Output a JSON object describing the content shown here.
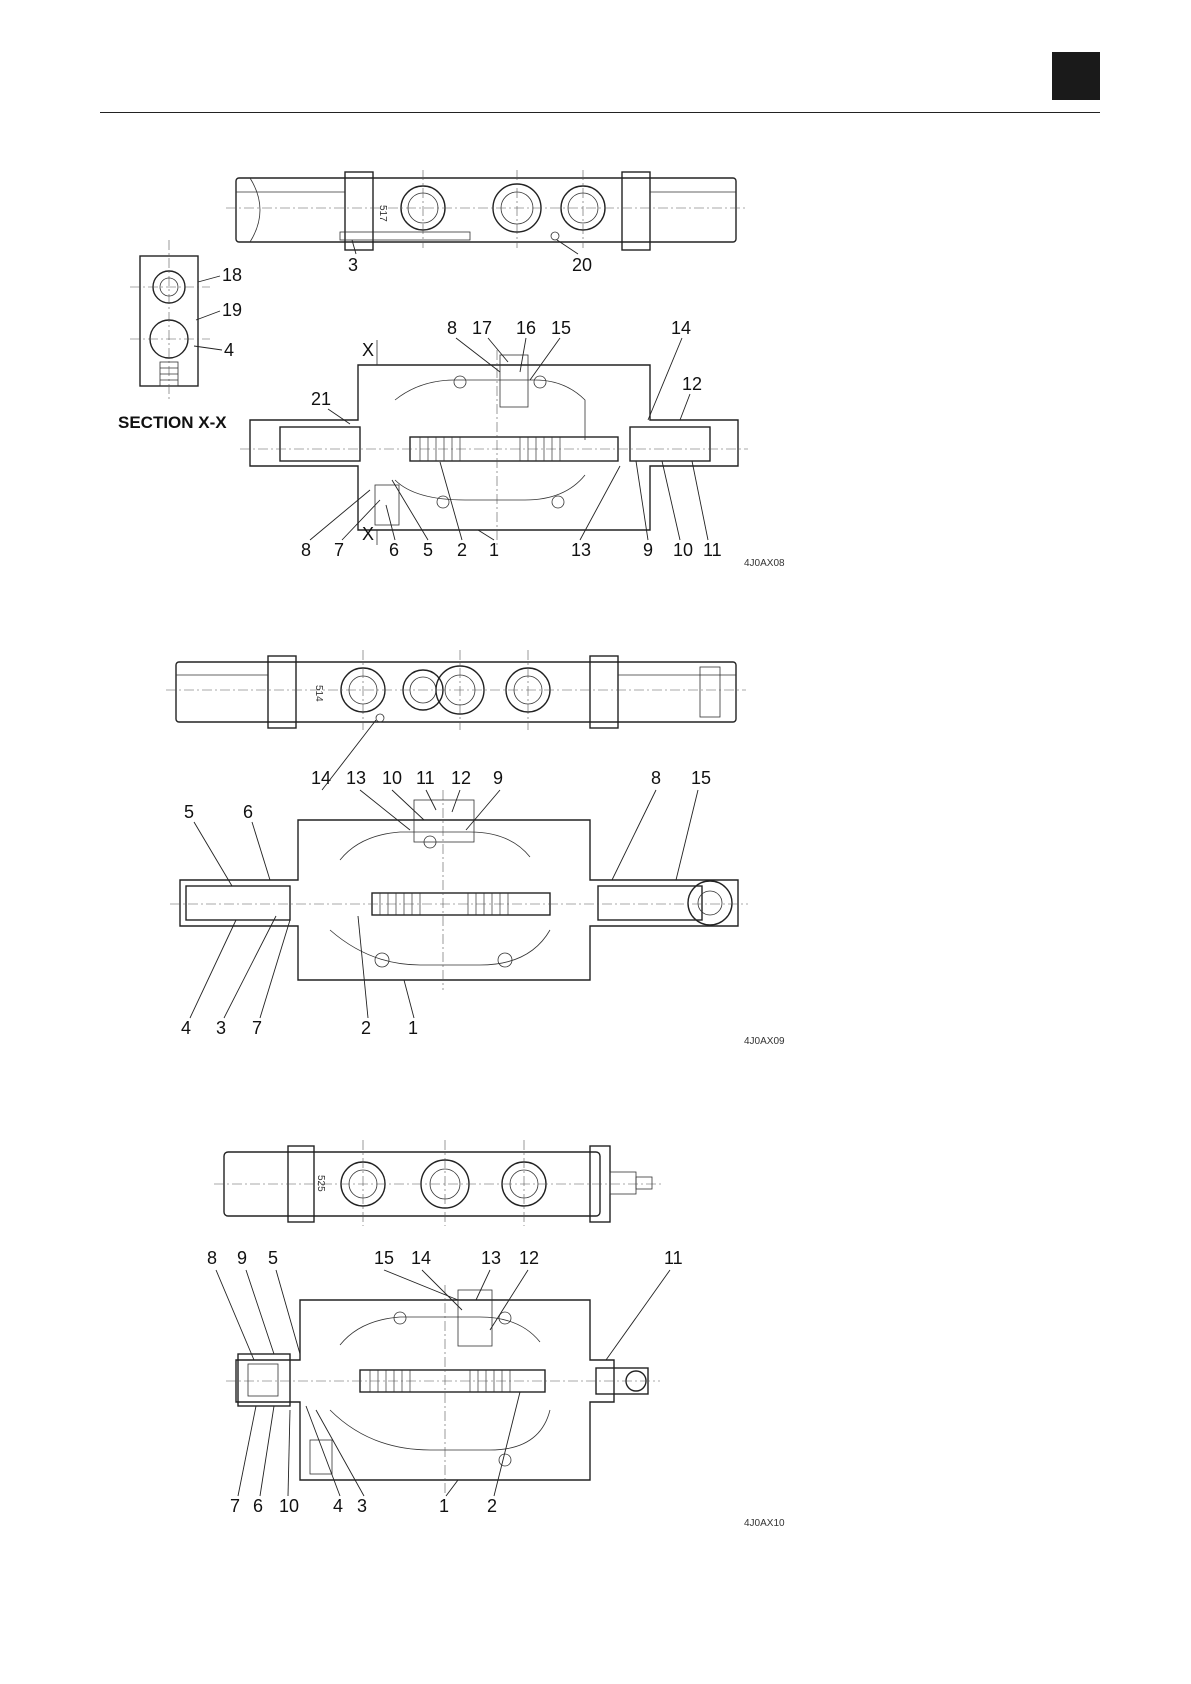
{
  "header": {
    "tab_block": "black-square-tab"
  },
  "figure1": {
    "code": "4J0AX08",
    "section_label": "SECTION X-X",
    "x_mark": "X",
    "top_view_labels": [
      "3",
      "20"
    ],
    "section_labels": [
      "18",
      "19",
      "4"
    ],
    "upper_labels": [
      "8",
      "17",
      "16",
      "15",
      "14",
      "12",
      "21"
    ],
    "lower_labels": [
      "8",
      "7",
      "6",
      "5",
      "2",
      "1",
      "13",
      "9",
      "10",
      "11"
    ],
    "engraving": "517"
  },
  "figure2": {
    "code": "4J0AX09",
    "upper_labels": [
      "14",
      "13",
      "10",
      "11",
      "12",
      "9",
      "8",
      "15",
      "5",
      "6"
    ],
    "lower_labels": [
      "4",
      "3",
      "7",
      "2",
      "1"
    ],
    "engraving": "514"
  },
  "figure3": {
    "code": "4J0AX10",
    "upper_labels": [
      "8",
      "9",
      "5",
      "15",
      "14",
      "13",
      "12",
      "11"
    ],
    "lower_labels": [
      "7",
      "6",
      "10",
      "4",
      "3",
      "1",
      "2"
    ],
    "engraving": "525"
  }
}
